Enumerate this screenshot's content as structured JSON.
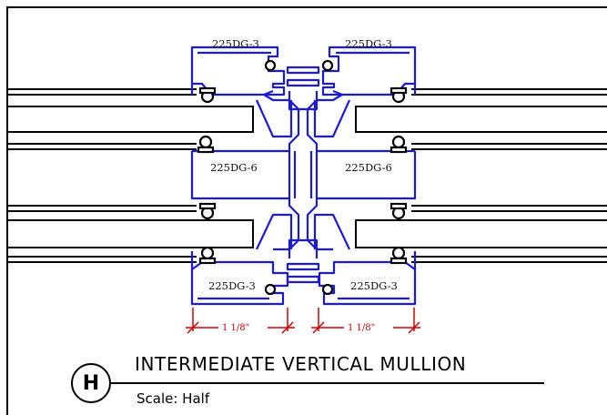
{
  "drawing": {
    "title": "INTERMEDIATE VERTICAL MULLION",
    "scale": "Scale: Half",
    "detail_letter": "H"
  },
  "part_labels": {
    "top_left": "225DG-3",
    "top_right": "225DG-3",
    "mid_left": "225DG-6",
    "mid_right": "225DG-6",
    "bottom_left": "225DG-3",
    "bottom_right": "225DG-3"
  },
  "dimensions": {
    "left": "1 1/8\"",
    "right": "1 1/8\""
  },
  "colors": {
    "profile": "#1a1adf",
    "dimension": "#d40000",
    "linework": "#000000"
  }
}
